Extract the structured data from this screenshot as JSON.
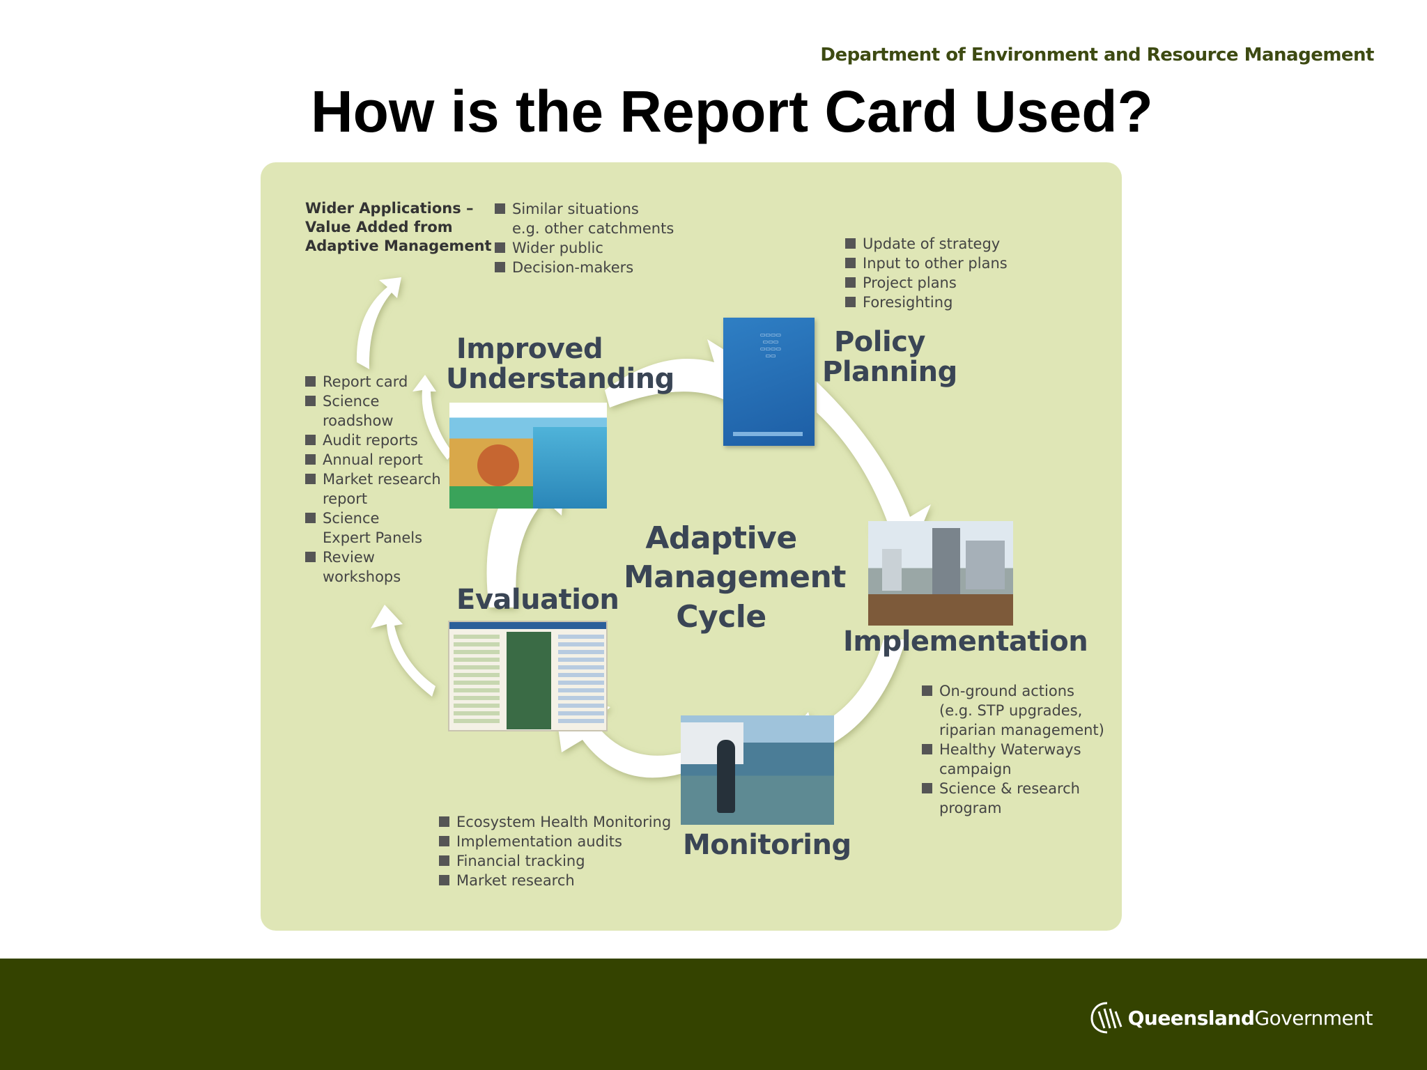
{
  "header": {
    "department": "Department of Environment and Resource Management"
  },
  "title": "How is the Report Card Used?",
  "cycle": {
    "center": [
      "Adaptive",
      "Management",
      "Cycle"
    ],
    "policy": [
      "Policy",
      "Planning"
    ],
    "implementation": "Implementation",
    "monitoring": "Monitoring",
    "evaluation": "Evaluation",
    "improved": [
      "Improved",
      "Understanding"
    ]
  },
  "wider_title": [
    "Wider Applications –",
    "Value Added from",
    "Adaptive Management"
  ],
  "lists": {
    "wider": [
      {
        "text": "Similar situations",
        "sub": "e.g. other catchments"
      },
      {
        "text": "Wider public"
      },
      {
        "text": "Decision-makers"
      }
    ],
    "policy": [
      {
        "text": "Update of strategy"
      },
      {
        "text": "Input to other plans"
      },
      {
        "text": "Project plans"
      },
      {
        "text": "Foresighting"
      }
    ],
    "improved": [
      {
        "text": "Report card"
      },
      {
        "text": "Science",
        "sub": "roadshow"
      },
      {
        "text": "Audit reports"
      },
      {
        "text": "Annual report"
      },
      {
        "text": "Market research",
        "sub": "report"
      },
      {
        "text": "Science",
        "sub": "Expert Panels"
      },
      {
        "text": "Review",
        "sub": "workshops"
      }
    ],
    "implementation": [
      {
        "text": "On-ground actions",
        "sub": "(e.g. STP upgrades,",
        "sub2": "riparian management)"
      },
      {
        "text": "Healthy Waterways",
        "sub": "campaign"
      },
      {
        "text": "Science & research",
        "sub": "program"
      }
    ],
    "monitoring": [
      {
        "text": "Ecosystem Health Monitoring"
      },
      {
        "text": "Implementation audits"
      },
      {
        "text": "Financial tracking"
      },
      {
        "text": "Market research"
      }
    ]
  },
  "footer": {
    "brand_bold": "Queensland",
    "brand_light": "Government"
  },
  "colors": {
    "panel": "#dfe6b6",
    "footer": "#344300",
    "dept_text": "#3d4a12",
    "stage_text": "#3a4555"
  }
}
